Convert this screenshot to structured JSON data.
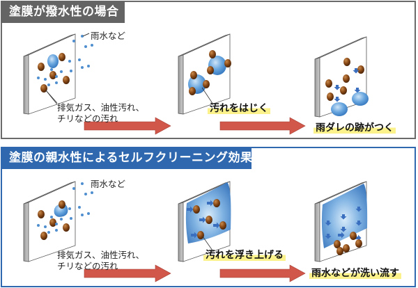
{
  "top_section": {
    "title": "塗膜が撥水性の場合",
    "header_color": "#646464",
    "labels": {
      "rain": "雨水など",
      "dirt_line1": "排気ガス、油性汚れ、",
      "dirt_line2": "チリなどの汚れ"
    },
    "steps": [
      {
        "caption": ""
      },
      {
        "caption": "汚れをはじく"
      },
      {
        "caption": "雨ダレの跡がつく"
      }
    ]
  },
  "bottom_section": {
    "title": "塗膜の親水性によるセルフクリーニング効果",
    "header_color": "#2f68ae",
    "labels": {
      "rain": "雨水など",
      "dirt_line1": "排気ガス、油性汚れ、",
      "dirt_line2": "チリなどの汚れ"
    },
    "steps": [
      {
        "caption": ""
      },
      {
        "caption": "汚れを浮き上げる"
      },
      {
        "caption": "雨水などが洗い流す"
      }
    ]
  },
  "colors": {
    "arrow": "#d2574b",
    "highlight": "#fbf28c",
    "dirt": "#7a3d10",
    "water": "#5b9bd8",
    "board_side": "#b8b8b8"
  }
}
